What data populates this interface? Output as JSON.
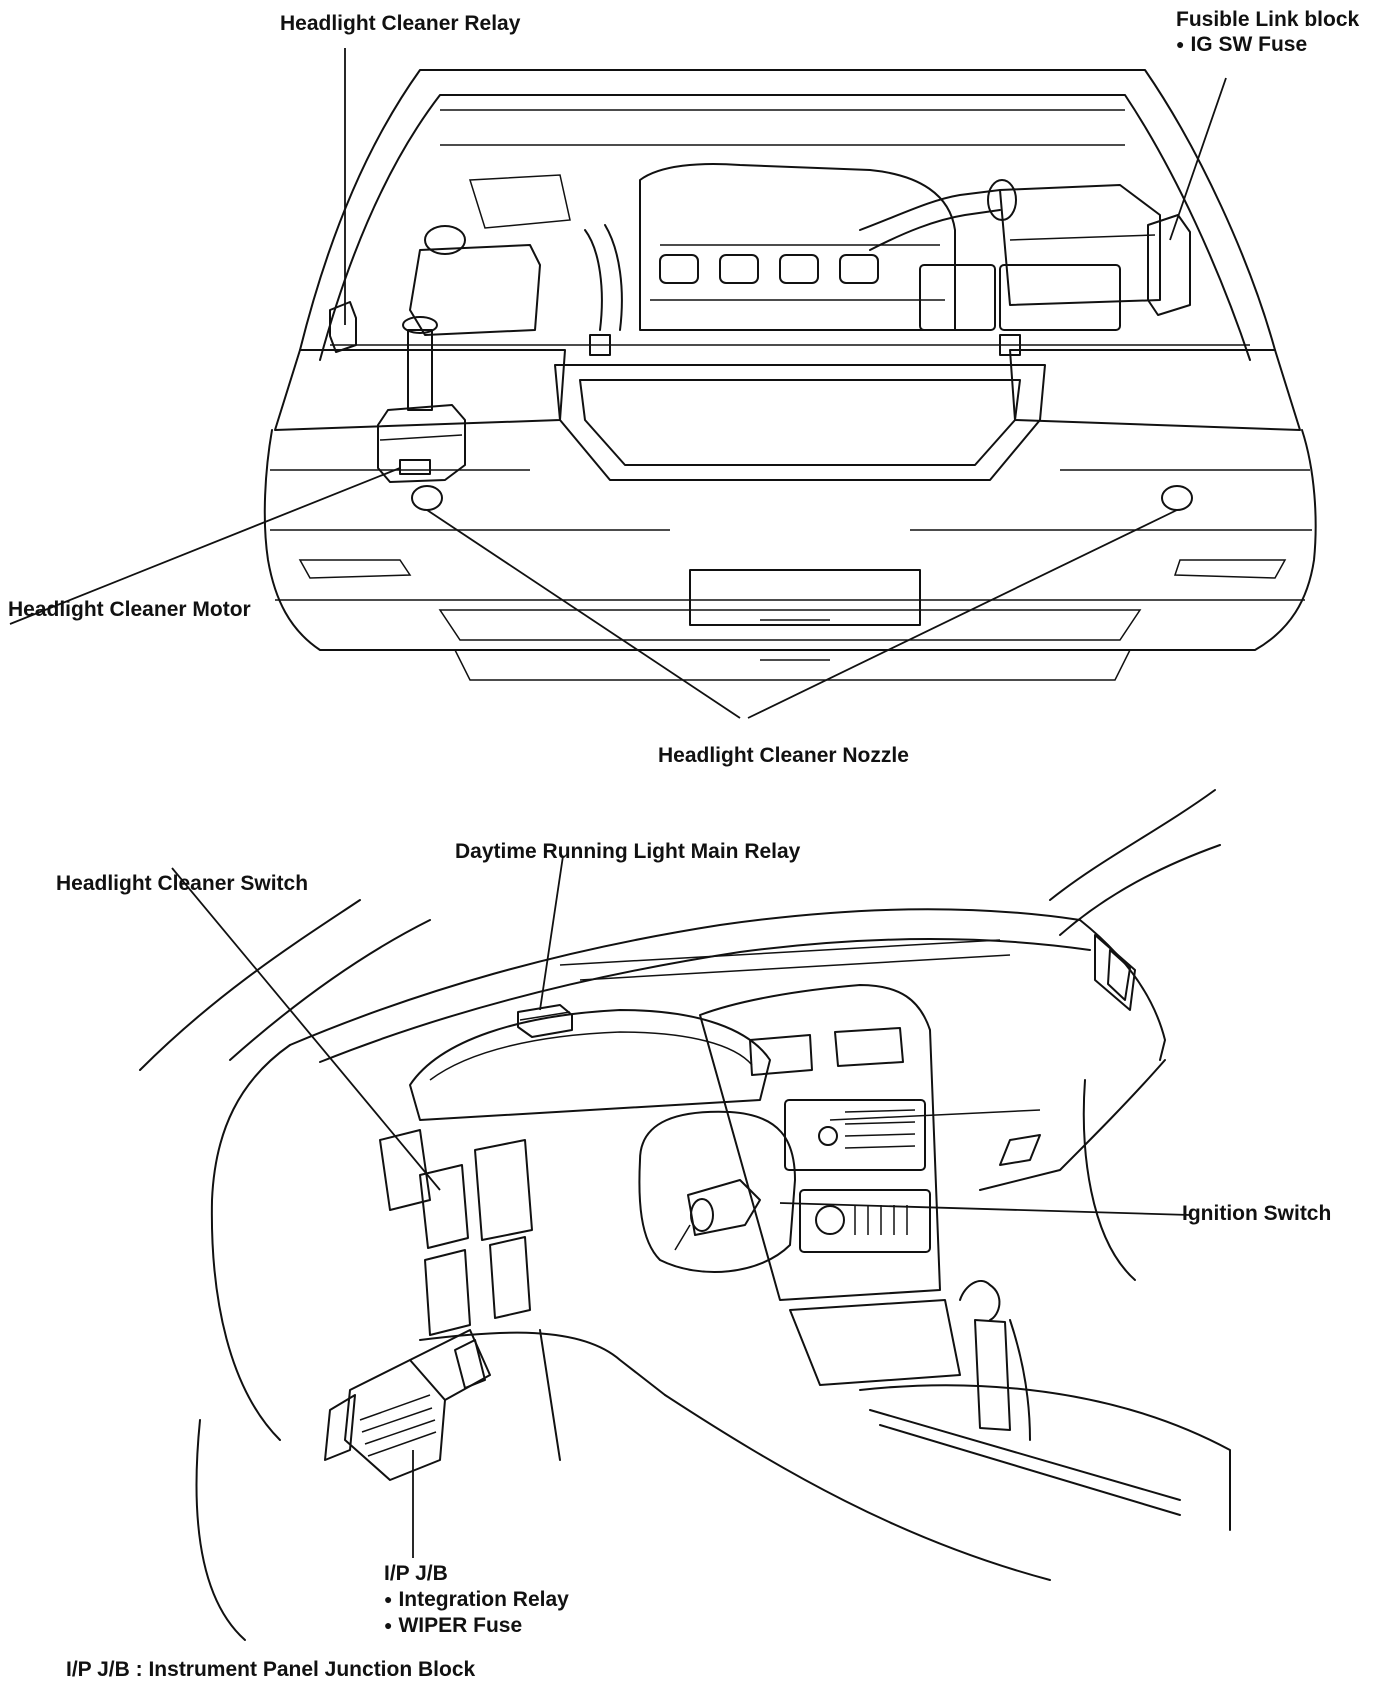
{
  "engine_view": {
    "labels": {
      "relay": "Headlight Cleaner Relay",
      "fusible_block": "Fusible Link block",
      "ig_sw_fuse": "IG SW Fuse",
      "motor": "Headlight Cleaner Motor",
      "nozzle": "Headlight Cleaner Nozzle"
    }
  },
  "dash_view": {
    "labels": {
      "switch": "Headlight Cleaner Switch",
      "drl_relay": "Daytime Running Light Main Relay",
      "ignition": "Ignition Switch",
      "ipjb": "I/P J/B",
      "integration_relay": "Integration Relay",
      "wiper_fuse": "WIPER Fuse"
    }
  },
  "footnote": "I/P J/B : Instrument Panel Junction Block"
}
